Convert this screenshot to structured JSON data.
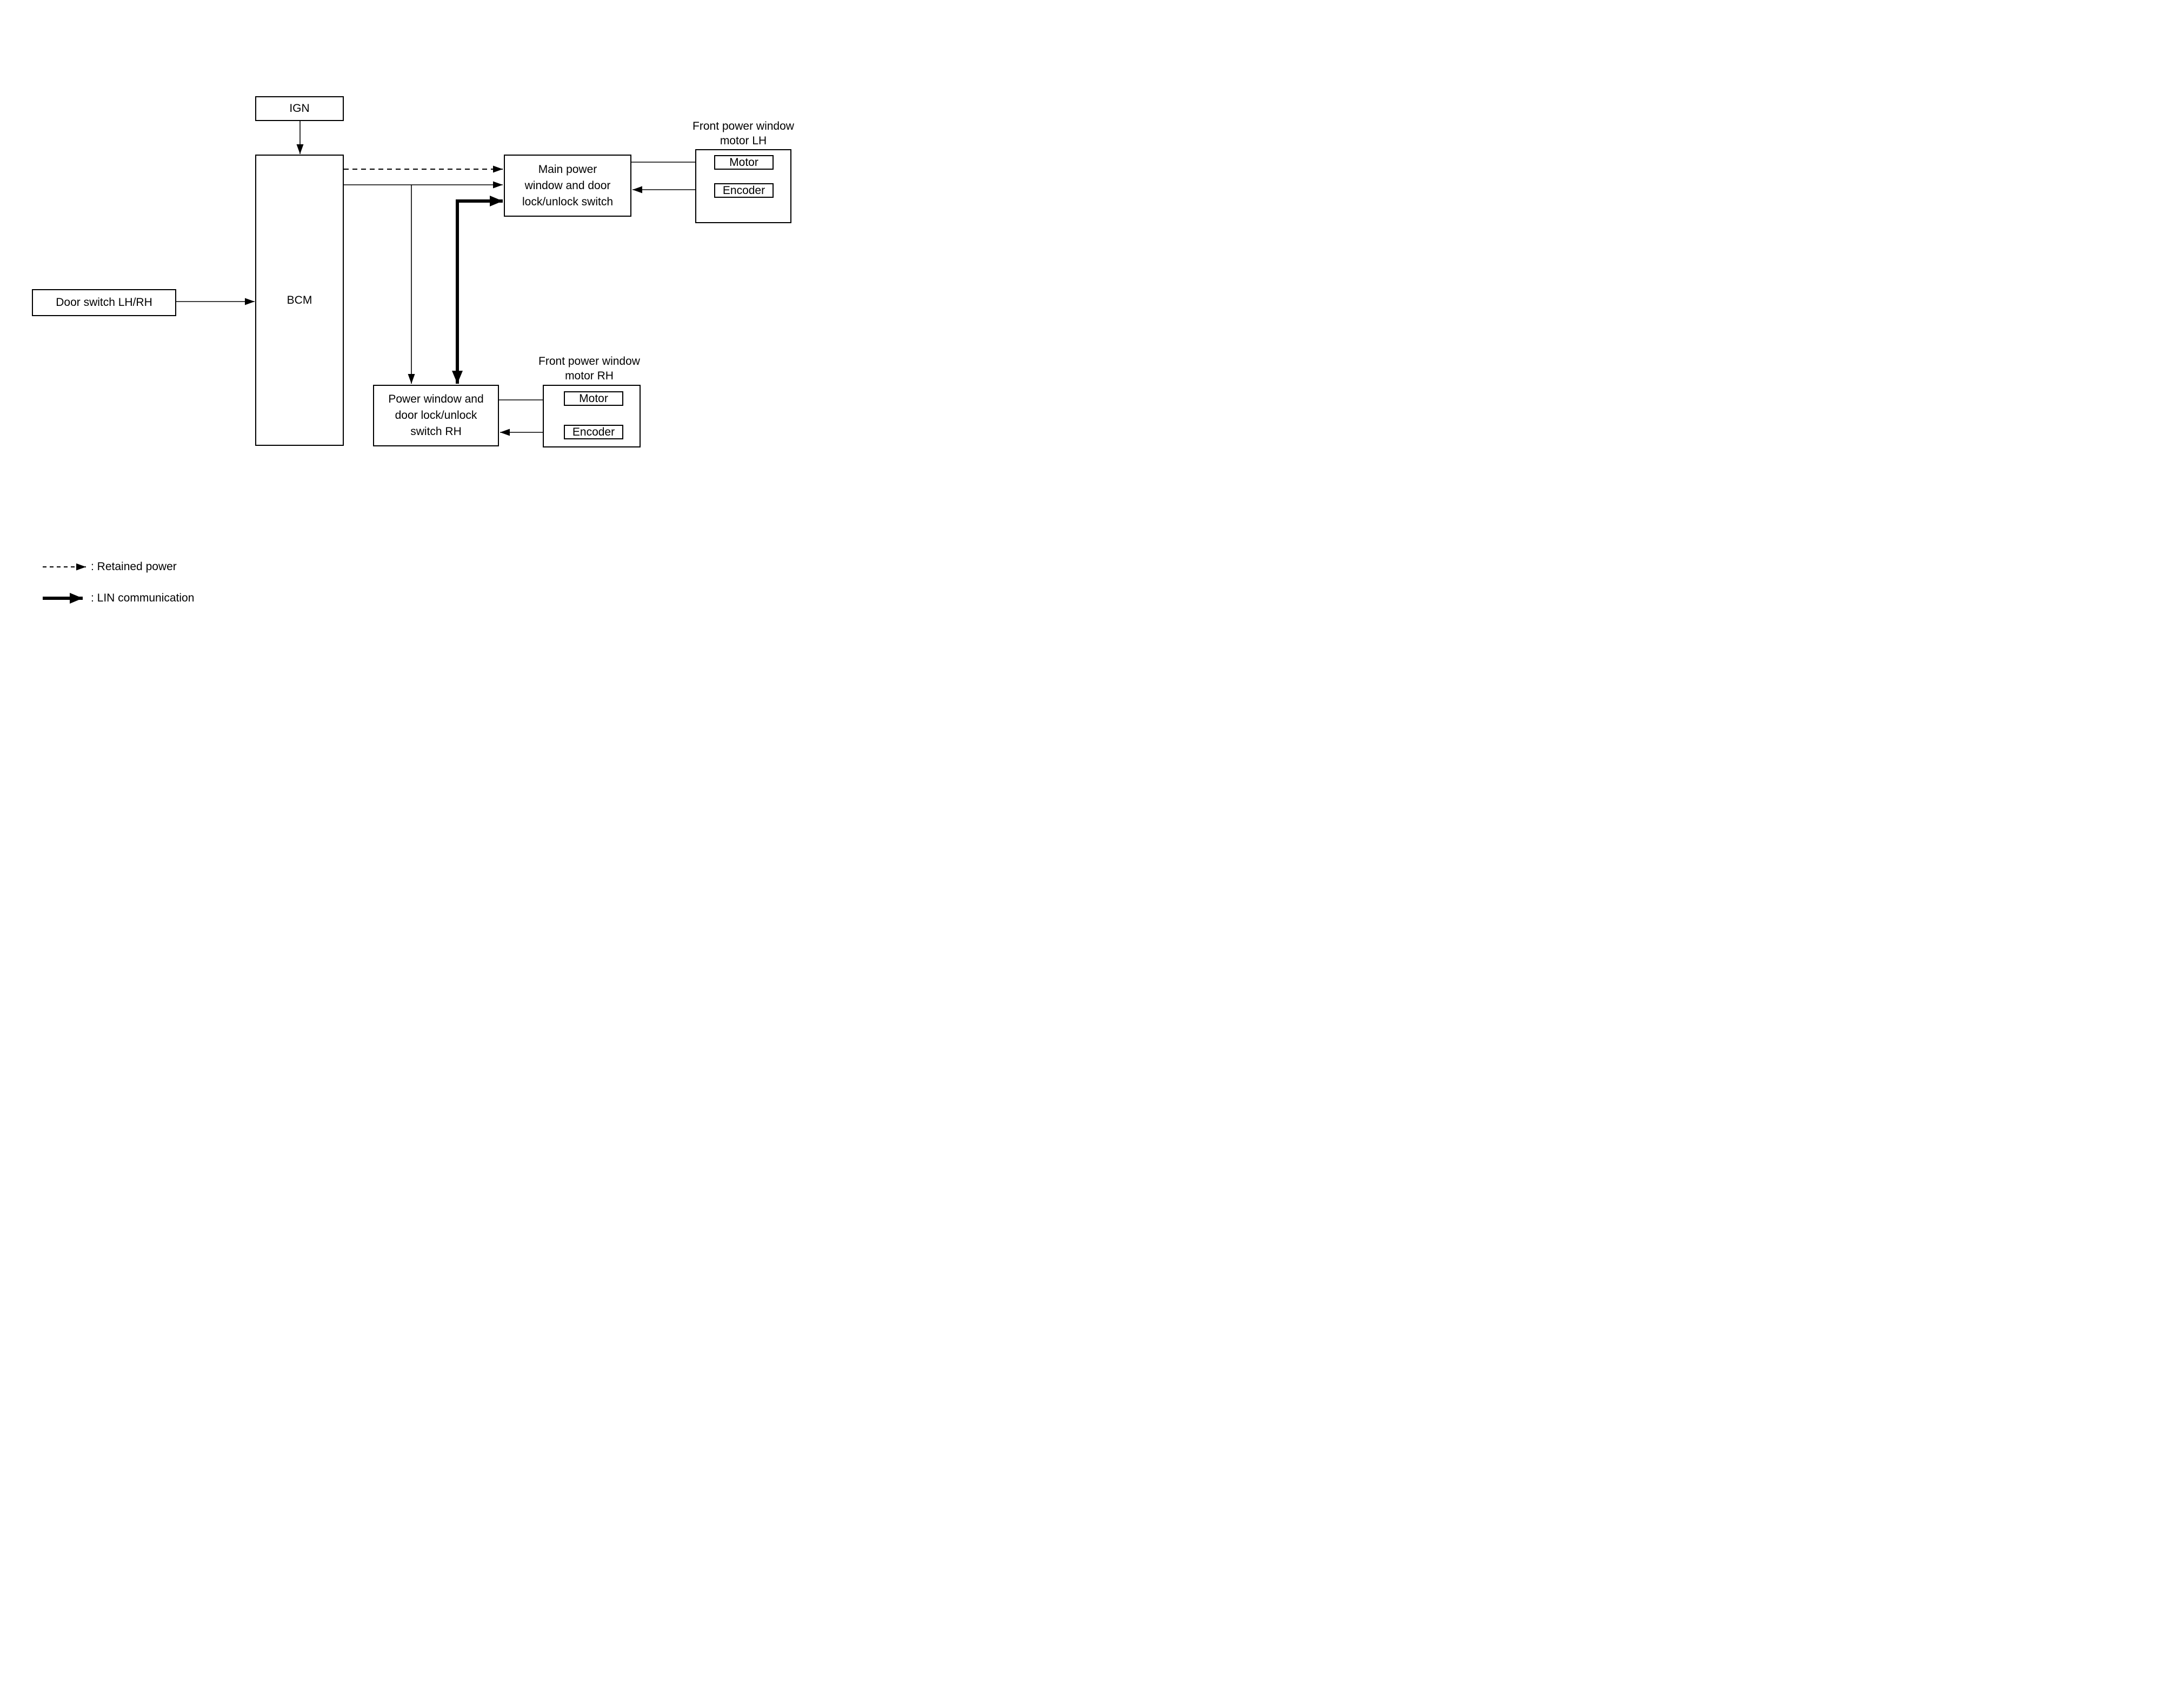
{
  "nodes": {
    "ign": {
      "label": "IGN"
    },
    "bcm": {
      "label": "BCM"
    },
    "door_switch": {
      "label": "Door switch LH/RH"
    },
    "main_switch": {
      "lines": [
        "Main power",
        "window and door",
        "lock/unlock switch"
      ]
    },
    "switch_rh": {
      "lines": [
        "Power window and",
        "door lock/unlock",
        "switch RH"
      ]
    },
    "motor_lh": {
      "title_lines": [
        "Front power window",
        "motor LH"
      ],
      "motor_label": "Motor",
      "encoder_label": "Encoder"
    },
    "motor_rh": {
      "title_lines": [
        "Front power window",
        "motor RH"
      ],
      "motor_label": "Motor",
      "encoder_label": "Encoder"
    }
  },
  "legend": {
    "items": [
      {
        "style": "dashed-arrow",
        "label": ": Retained power"
      },
      {
        "style": "thick-arrow",
        "label": ": LIN communication"
      }
    ]
  },
  "colors": {
    "line": "#000000",
    "background": "#ffffff",
    "text": "#000000"
  }
}
